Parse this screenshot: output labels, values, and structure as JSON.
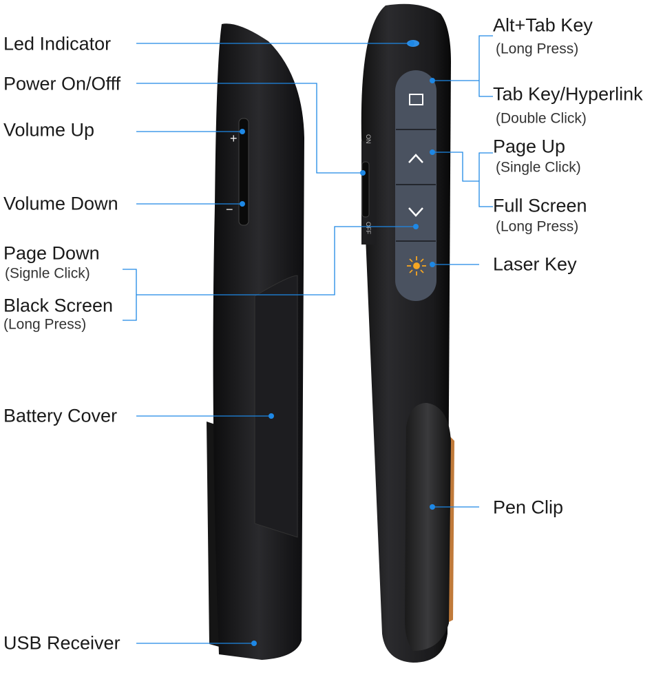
{
  "colors": {
    "callout": "#1e88e5",
    "body": "#1b1b1d",
    "button": "#4a5260",
    "laser": "#f5a623",
    "clip_accent": "#c07a3a"
  },
  "device": {
    "switch_on": "ON",
    "switch_off": "OFF",
    "volume_plus": "+",
    "volume_minus": "−"
  },
  "labels": {
    "led_indicator": "Led Indicator",
    "power": "Power On/Offf",
    "volume_up": "Volume Up",
    "volume_down": "Volume Down",
    "page_down": "Page Down",
    "page_down_sub": "(Signle Click)",
    "black_screen": "Black Screen",
    "black_screen_sub": "(Long Press)",
    "battery_cover": "Battery Cover",
    "usb_receiver": "USB Receiver",
    "alt_tab": "Alt+Tab Key",
    "alt_tab_sub": "(Long Press)",
    "tab_key": "Tab Key/Hyperlink",
    "tab_key_sub": "(Double Click)",
    "page_up": "Page Up",
    "page_up_sub": "(Single Click)",
    "full_screen": "Full Screen",
    "full_screen_sub": "(Long Press)",
    "laser_key": "Laser Key",
    "pen_clip": "Pen Clip"
  }
}
